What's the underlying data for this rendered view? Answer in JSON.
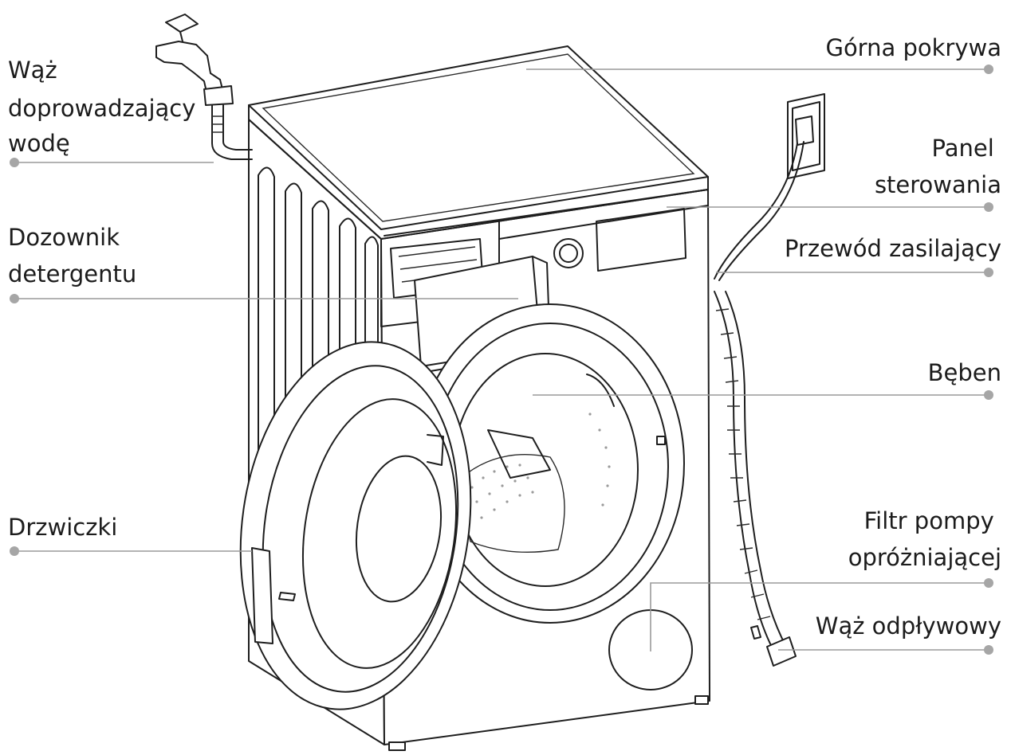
{
  "labels": {
    "water_inlet_hose": [
      "Wąż",
      "doprowadzający",
      "wodę"
    ],
    "detergent_dispenser": [
      "Dozownik",
      "detergentu"
    ],
    "door": [
      "Drzwiczki"
    ],
    "top_cover": [
      "Górna pokrywa"
    ],
    "control_panel": [
      "Panel",
      "sterowania"
    ],
    "power_cord": [
      "Przewód zasilający"
    ],
    "drum": [
      "Bęben"
    ],
    "drain_pump_filter": [
      "Filtr pompy",
      "opróżniającej"
    ],
    "drain_hose": [
      "Wąż odpływowy"
    ]
  },
  "colors": {
    "line_art": "#1e1e1e",
    "leader_line": "#9a9a9a",
    "leader_dot": "#a6a6a6",
    "text": "#1c1c1c"
  }
}
